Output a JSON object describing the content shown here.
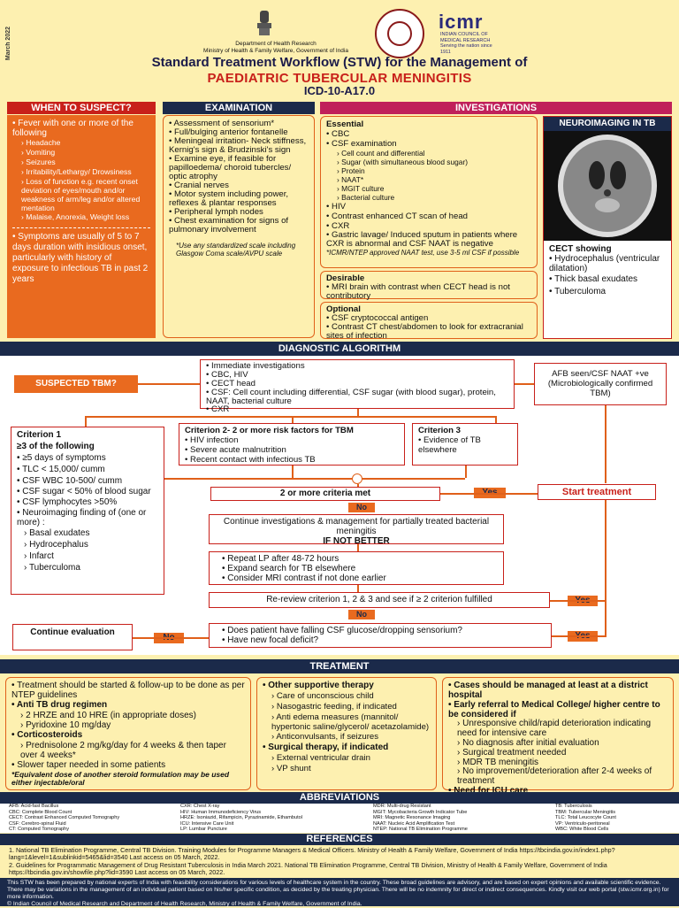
{
  "header": {
    "date": "March 2022",
    "org_line1": "Department of Health Research",
    "org_line2": "Ministry of Health & Family Welfare, Government of India",
    "icmr": "icmr",
    "icmr_sub": "INDIAN COUNCIL OF MEDICAL RESEARCH Serving the nation since 1911",
    "title1": "Standard Treatment Workflow (STW) for the Management of",
    "title2": "PAEDIATRIC TUBERCULAR MENINGITIS",
    "title3": "ICD-10-A17.0"
  },
  "when": {
    "heading": "WHEN TO SUSPECT?",
    "lead": "Fever with one or more of the following",
    "items": [
      "Headache",
      "Vomiting",
      "Seizures",
      "Irritability/Lethargy/ Drowsiness",
      "Loss of function e.g. recent onset deviation of eyes/mouth  and/or weakness of arm/leg and/or altered mentation",
      "Malaise, Anorexia, Weight loss"
    ],
    "symptoms": "Symptoms are usually of 5 to 7 days duration with insidious onset, particularly with history of exposure to infectious TB in past 2 years"
  },
  "exam": {
    "heading": "EXAMINATION",
    "items": [
      "Assessment of sensorium*",
      "Full/bulging anterior fontanelle",
      "Meningeal irritation- Neck stiffness, Kernig's sign & Brudzinski's sign",
      "Examine eye, if feasible for papilloedema/ choroid tubercles/ optic atrophy",
      "Cranial nerves",
      "Motor system including power, reflexes & plantar responses",
      "Peripheral lymph nodes",
      "Chest examination for signs of pulmonary involvement"
    ],
    "note": "*Use any standardized scale including Glasgow Coma scale/AVPU scale"
  },
  "inv": {
    "heading": "INVESTIGATIONS",
    "essential": "Essential",
    "ess_items": [
      "CBC",
      "CSF examination"
    ],
    "csf_items": [
      "Cell count and differential",
      "Sugar (with simultaneous blood sugar)",
      "Protein",
      "NAAT*",
      "MGIT culture",
      "Bacterial culture"
    ],
    "ess_items2": [
      "HIV",
      "Contrast enhanced CT scan of head",
      "CXR",
      "Gastric lavage/ Induced sputum in patients where CXR is abnormal and CSF NAAT is negative"
    ],
    "ess_note": "*ICMR/NTEP approved NAAT test, use 3-5 ml CSF if possible",
    "desirable": "Desirable",
    "des_items": [
      "MRI brain with contrast when CECT head is not contributory"
    ],
    "optional": "Optional",
    "opt_items": [
      "CSF cryptococcal antigen",
      "Contrast CT chest/abdomen to look for extracranial sites of infection"
    ]
  },
  "neuro": {
    "heading": "NEUROIMAGING IN TB",
    "showing": "CECT showing",
    "items": [
      "Hydrocephalus (ventricular dilatation)",
      "Thick basal exudates",
      "Tuberculoma"
    ]
  },
  "algo": {
    "heading": "DIAGNOSTIC ALGORITHM",
    "suspected": "SUSPECTED TBM?",
    "immediate": [
      "Immediate investigations",
      "CBC, HIV",
      "CECT head",
      "CSF: Cell count including differential, CSF sugar (with blood sugar), protein, NAAT, bacterial culture",
      "CXR"
    ],
    "afb": "AFB seen/CSF NAAT +ve (Microbiologically confirmed TBM)",
    "c1_title": "Criterion 1",
    "c1_sub": "≥3 of the following",
    "c1_items": [
      "≥5 days of symptoms",
      "TLC < 15,000/ cumm",
      "CSF WBC 10-500/ cumm",
      "CSF sugar < 50% of blood sugar",
      "CSF lymphocytes >50%",
      "Neuroimaging finding of (one or more) :"
    ],
    "c1_sub_items": [
      "Basal exudates",
      "Hydrocephalus",
      "Infarct",
      "Tuberculoma"
    ],
    "c2_title": "Criterion 2- 2 or more risk factors for TBM",
    "c2_items": [
      "HIV infection",
      "Severe acute malnutrition",
      "Recent contact with infectious TB"
    ],
    "c3_title": "Criterion 3",
    "c3_items": [
      "Evidence of TB elsewhere"
    ],
    "met": "2 or more criteria met",
    "yes": "Yes",
    "no": "No",
    "start": "Start treatment",
    "continue_inv": "Continue investigations & management for partially treated bacterial meningitis",
    "if_not": "IF NOT BETTER",
    "repeat": [
      "Repeat LP after 48-72 hours",
      "Expand search for TB elsewhere",
      "Consider MRI contrast if not done earlier"
    ],
    "rereview": "Re-review criterion 1, 2 & 3 and see if  ≥ 2 criterion fulfilled",
    "falling": [
      "Does patient have falling CSF glucose/dropping sensorium?",
      "Have new focal deficit?"
    ],
    "continue_eval": "Continue evaluation"
  },
  "treat": {
    "heading": "TREATMENT",
    "col1": [
      {
        "t": "Treatment should be started & follow-up to be done as per NTEP guidelines",
        "b": false
      },
      {
        "t": "Anti TB drug regimen",
        "b": true
      }
    ],
    "regimen": [
      "2 HRZE and 10 HRE (in appropriate doses)",
      "Pyridoxine 10 mg/day"
    ],
    "cortico": "Corticosteroids",
    "cortico_items": [
      "Prednisolone 2 mg/kg/day for 4 weeks & then taper over 4 weeks*"
    ],
    "slower": "Slower taper needed in some patients",
    "note": "*Equivalent dose of another steroid formulation may be used either injectable/oral",
    "other": "Other supportive therapy",
    "other_items": [
      "Care of unconscious child",
      "Nasogastric feeding, if indicated",
      "Anti edema measures (mannitol/ hypertonic saline/glycerol/ acetazolamide)",
      "Anticonvulsants, if seizures"
    ],
    "surgical": "Surgical therapy, if indicated",
    "surg_items": [
      "External ventricular drain",
      "VP shunt"
    ],
    "col3a": "Cases should be managed at least at a district hospital",
    "col3b": "Early referral to Medical College/ higher centre to be considered if",
    "col3_items": [
      "Unresponsive child/rapid deterioration indicating need for intensive care",
      "No diagnosis after initial evaluation",
      "Surgical treatment needed",
      "MDR TB meningitis",
      "No improvement/deterioration after 2-4 weeks of treatment"
    ],
    "icu": "Need for ICU care"
  },
  "abbr": {
    "heading": "ABBREVIATIONS",
    "c1": [
      "AFB: Acid-fast Bacillus",
      "CBC: Complete Blood Count",
      "CECT: Contrast Enhanced Computed Tomography",
      "CSF: Cerebro-spinal Fluid",
      "CT: Computed Tomography"
    ],
    "c2": [
      "CXR: Chest X-ray",
      "HIV: Human Immunodeficiency Virus",
      "HRZE: Isoniazid, Rifampicin, Pyrazinamide, Ethambutol",
      "ICU: Intensive Care Unit",
      "LP: Lumbar Puncture"
    ],
    "c3": [
      "MDR: Multi-drug Resistant",
      "MGIT: Mycobacteria Growth Indicator Tube",
      "MRI: Magnetic Resonance Imaging",
      "NAAT: Nucleic Acid Amplification Test",
      "NTEP: National TB Elimination Programme"
    ],
    "c4": [
      "TB: Tuberculosis",
      "TBM: Tubercular Meningitis",
      "TLC: Total Leucocyte Count",
      "VP: Ventriculo-peritoneal",
      "WBC: White Blood Cells"
    ]
  },
  "refs": {
    "heading": "REFERENCES",
    "items": [
      "1.  National TB Elimination Programme, Central TB Division. Training Modules for Programme Managers & Medical Officers. Ministry of Health & Family Welfare, Government of India https://tbcindia.gov.in/index1.php?lang=1&level=1&sublinkid=5465&lid=3540  Last access on 05 March, 2022.",
      "2.  Guidelines for Programmatic Management of Drug Resistant Tuberculosis in India March 2021.  National TB Elimination Programme, Central TB Division, Ministry of Health & Family Welfare, Government of India https://tbcindia.gov.in/showfile.php?lid=3590 Last access on 05 March, 2022."
    ]
  },
  "footer": {
    "disclaimer": "This STW has been prepared by national experts of India with feasibility considerations for various levels of healthcare system in the country. These broad guidelines are advisory, and are based on expert opinions and available scientific evidence. There may be variations in the management of an individual patient based on his/her specific condition, as decided by the treating physician. There will be no indemnity for direct or indirect consequences. Kindly visit our web portal (stw.icmr.org.in) for more information.",
    "copyright": "© Indian Council of Medical Research and Department of Health Research, Ministry of Health & Family Welfare, Government of India."
  },
  "colors": {
    "red": "#c8201a",
    "navy": "#1b2a4a",
    "orange": "#e96a1f",
    "cream": "#fdf0b0"
  }
}
